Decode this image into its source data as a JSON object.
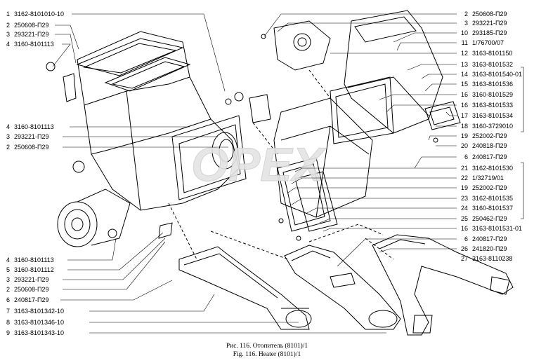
{
  "figure": {
    "caption_ru": "Рис. 116. Отопитель (8101)/1",
    "caption_en": "Fig. 116. Heater (8101)/1",
    "watermark": "OPEX"
  },
  "left_labels": [
    {
      "num": "1",
      "code": "3162-8101010-10"
    },
    {
      "num": "2",
      "code": "250608-П29"
    },
    {
      "num": "3",
      "code": "293221-П29"
    },
    {
      "num": "4",
      "code": "3160-8101113"
    },
    {
      "num": "4",
      "code": "3160-8101113"
    },
    {
      "num": "3",
      "code": "293221-П29"
    },
    {
      "num": "2",
      "code": "250608-П29"
    },
    {
      "num": "4",
      "code": "3160-8101113"
    },
    {
      "num": "5",
      "code": "3160-8101112"
    },
    {
      "num": "3",
      "code": "293221-П29"
    },
    {
      "num": "2",
      "code": "250608-П29"
    },
    {
      "num": "6",
      "code": "240817-П29"
    },
    {
      "num": "7",
      "code": "3163-8101342-10"
    },
    {
      "num": "8",
      "code": "3163-8101346-10"
    },
    {
      "num": "9",
      "code": "3163-8101343-10"
    }
  ],
  "right_labels": [
    {
      "num": "2",
      "code": "250608-П29"
    },
    {
      "num": "3",
      "code": "293221-П29"
    },
    {
      "num": "10",
      "code": "293185-П29"
    },
    {
      "num": "11",
      "code": "1/76700/07"
    },
    {
      "num": "12",
      "code": "3163-8101150"
    },
    {
      "num": "13",
      "code": "3163-8101532"
    },
    {
      "num": "14",
      "code": "3163-8101540-01"
    },
    {
      "num": "15",
      "code": "3163-8101536"
    },
    {
      "num": "16",
      "code": "3160-8101529"
    },
    {
      "num": "16",
      "code": "3163-8101533"
    },
    {
      "num": "17",
      "code": "3163-8101534"
    },
    {
      "num": "18",
      "code": "3160-3729010"
    },
    {
      "num": "19",
      "code": "252002-П29"
    },
    {
      "num": "20",
      "code": "240818-П29"
    },
    {
      "num": "6",
      "code": "240817-П29"
    },
    {
      "num": "21",
      "code": "3162-8101530"
    },
    {
      "num": "22",
      "code": "1/32719/01"
    },
    {
      "num": "19",
      "code": "252002-П29"
    },
    {
      "num": "23",
      "code": "3162-8101535"
    },
    {
      "num": "24",
      "code": "3160-8101537"
    },
    {
      "num": "25",
      "code": "250462-П29"
    },
    {
      "num": "16",
      "code": "3163-8101531-01"
    },
    {
      "num": "6",
      "code": "240817-П29"
    },
    {
      "num": "26",
      "code": "241820-П29"
    },
    {
      "num": "27",
      "code": "3163-8110238"
    }
  ]
}
